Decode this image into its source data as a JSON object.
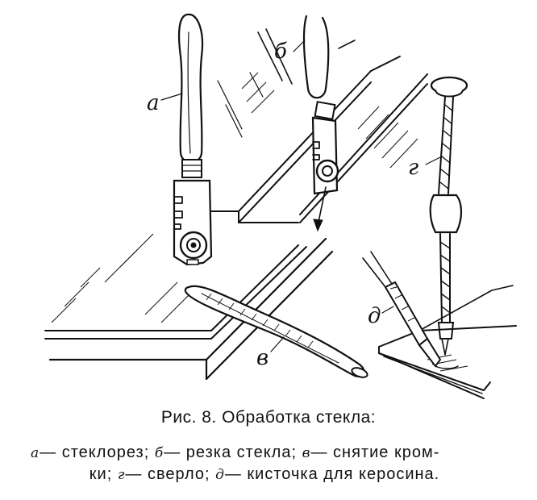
{
  "labels": {
    "a": "а",
    "b": "б",
    "v": "в",
    "g": "г",
    "d": "д"
  },
  "caption": {
    "title": "Рис. 8. Обработка стекла:",
    "legend": [
      {
        "key": "а",
        "text": "— стеклорез;"
      },
      {
        "key": "б",
        "text": "— резка стекла;"
      },
      {
        "key": "в",
        "text": "— снятие кром-"
      },
      {
        "key": "",
        "text": "ки;"
      },
      {
        "key": "г",
        "text": "— сверло;"
      },
      {
        "key": "д",
        "text": "— кисточка  для керосина."
      }
    ]
  }
}
